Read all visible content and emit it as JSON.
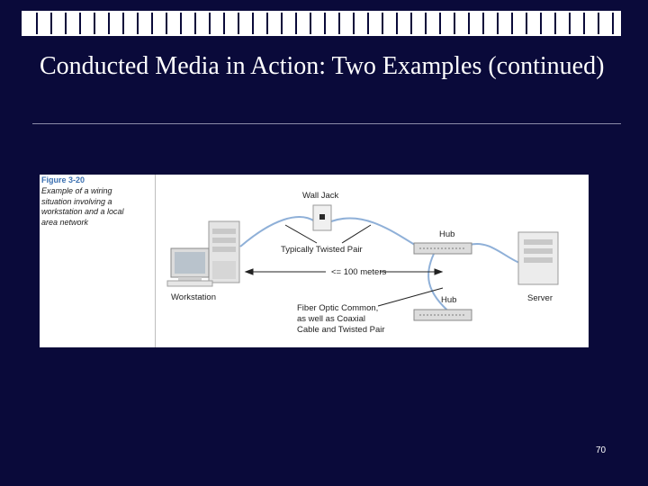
{
  "slide": {
    "title": "Conducted Media in Action: Two Examples (continued)",
    "page_number": "70"
  },
  "figure": {
    "number": "Figure 3-20",
    "description": "Example of a wiring situation involving a workstation and a local area network",
    "labels": {
      "wall_jack": "Wall Jack",
      "twisted_pair": "Typically Twisted Pair",
      "distance": "<= 100 meters",
      "workstation": "Workstation",
      "hub_top": "Hub",
      "hub_bottom": "Hub",
      "server": "Server",
      "fiber_line1": "Fiber Optic Common,",
      "fiber_line2": "as well as Coaxial",
      "fiber_line3": "Cable and Twisted Pair"
    }
  },
  "colors": {
    "background": "#0a0a3a",
    "cable": "#8fb0d8",
    "caption_blue": "#3a6fb0"
  }
}
